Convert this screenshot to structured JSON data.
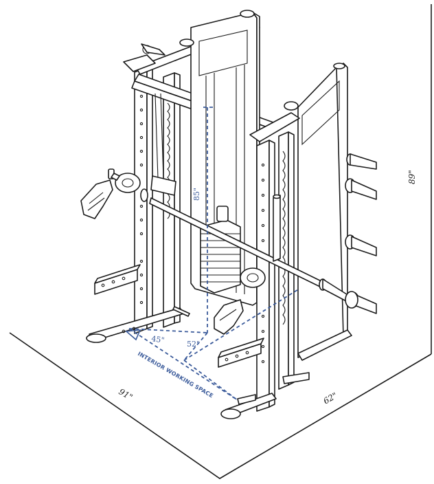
{
  "colors": {
    "line": "#1a1a1a",
    "accent_blue": "#3a5a9a",
    "background": "#ffffff"
  },
  "dimensions": {
    "overall_height": "89\"",
    "overall_length": "91\"",
    "overall_width": "62\"",
    "interior_height": "85\"",
    "interior_width": "52\"",
    "interior_depth": "45\""
  },
  "labels": {
    "interior_space": "INTERIOR WORKING SPACE"
  }
}
